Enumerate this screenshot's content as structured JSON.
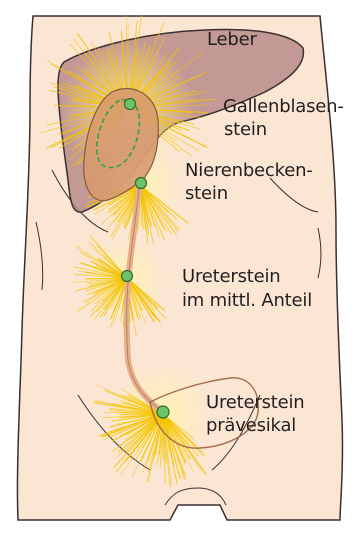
{
  "labels": {
    "leber": "Leber",
    "gallenblasenstein_line1": "Gallenblasen-",
    "gallenblasenstein_line2": "stein",
    "nierenbeckenstein_line1": "Nierenbecken-",
    "nierenbeckenstein_line2": "stein",
    "ureterstein_mitte_line1": "Ureterstein",
    "ureterstein_mitte_line2": "im mittl. Anteil",
    "ureterstein_praevesikal_line1": "Ureterstein",
    "ureterstein_praevesikal_line2": "prävesikal"
  },
  "colors": {
    "skin": "#fbe6d4",
    "outline": "#3b2f2f",
    "liver": "#b98b8b",
    "kidney": "#d79a6f",
    "ray": "#f3c300",
    "stone": "#6cc36a"
  }
}
